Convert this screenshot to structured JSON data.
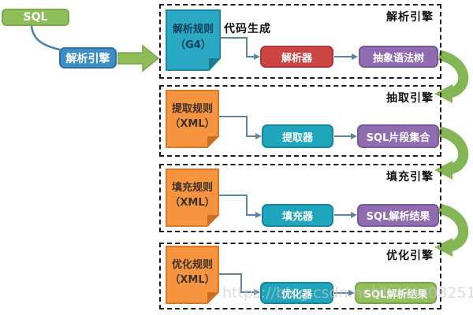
{
  "input": {
    "label": "SQL"
  },
  "router": {
    "label": "解析引擎"
  },
  "annotation": "代码生成",
  "sections": [
    {
      "title": "解析引擎",
      "rule_line1": "解析规则",
      "rule_line2": "（G4）",
      "processor": "解析器",
      "output": "抽象语法树",
      "rule_color": "#2BA9C4",
      "processor_color": "#CB4542",
      "output_color": "#8F6DB0"
    },
    {
      "title": "抽取引擎",
      "rule_line1": "提取规则",
      "rule_line2": "（XML）",
      "processor": "提取器",
      "output": "SQL片段集合",
      "rule_color": "#F79440",
      "processor_color": "#1FA5BC",
      "output_color": "#8F6DB0"
    },
    {
      "title": "填充引擎",
      "rule_line1": "填充规则",
      "rule_line2": "（XML）",
      "processor": "填充器",
      "output": "SQL解析结果",
      "rule_color": "#F79440",
      "processor_color": "#1FA5BC",
      "output_color": "#8F6DB0"
    },
    {
      "title": "优化引擎",
      "rule_line1": "优化规则",
      "rule_line2": "（XML）",
      "processor": "优化器",
      "output": "SQL解析结果",
      "rule_color": "#F79440",
      "processor_color": "#1FA5BC",
      "output_color": "#93BF5D"
    }
  ],
  "watermark": "https://blog.csdn.net/lanlan08251",
  "colors": {
    "source_green": "#8FBE58",
    "router_blue": "#3E8EC6",
    "flow_arrow_green": "#8FBE58",
    "loop_arrow_green": "#85B655",
    "connector_blue": "#5E84A5",
    "dashed_border": "#1c1c1c"
  }
}
